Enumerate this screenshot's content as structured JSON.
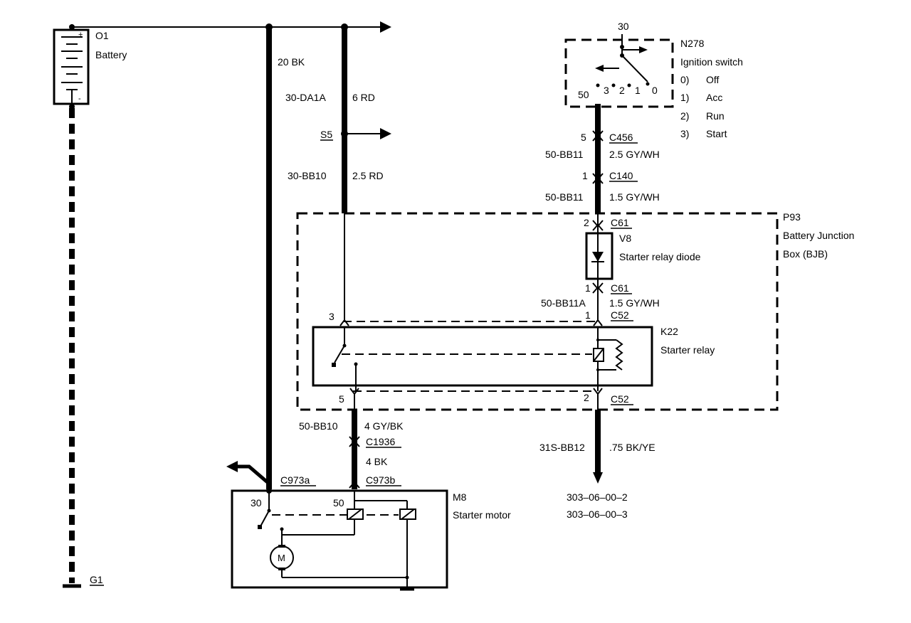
{
  "battery": {
    "id": "O1",
    "name": "Battery",
    "plus": "+",
    "minus": "-"
  },
  "ground": {
    "id": "G1"
  },
  "wires": {
    "main_ground": "20 BK",
    "circuit_da1a": "30-DA1A",
    "da1a_color": "6 RD",
    "splice": "S5",
    "circuit_bb10": "30-BB10",
    "bb10_color": "2.5 RD",
    "circuit_bb11_top": "50-BB11",
    "bb11_top_color": "2.5 GY/WH",
    "circuit_bb11_mid": "50-BB11",
    "bb11_mid_color": "1.5 GY/WH",
    "circuit_bb11a": "50-BB11A",
    "bb11a_color": "1.5 GY/WH",
    "circuit_50bb10": "50-BB10",
    "bb10_out_color": "4 GY/BK",
    "starter_feed_color": "4 BK",
    "circuit_31s": "31S-BB12",
    "bb12_color": ".75 BK/YE"
  },
  "ignition": {
    "id": "N278",
    "name": "Ignition switch",
    "term_30": "30",
    "term_50": "50",
    "pos_3": "3",
    "pos_2": "2",
    "pos_1": "1",
    "pos_0": "0",
    "positions": [
      {
        "num": "0)",
        "label": "Off"
      },
      {
        "num": "1)",
        "label": "Acc"
      },
      {
        "num": "2)",
        "label": "Run"
      },
      {
        "num": "3)",
        "label": "Start"
      }
    ]
  },
  "connectors": {
    "c456": "C456",
    "c456_pin": "5",
    "c140": "C140",
    "c140_pin": "1",
    "c61_top": "C61",
    "c61_top_pin": "2",
    "c61_bot": "C61",
    "c61_bot_pin": "1",
    "c52_top": "C52",
    "c52_top_pin": "1",
    "c52_bot": "C52",
    "c52_bot_pin": "2",
    "relay_pin3": "3",
    "relay_pin5": "5",
    "c1936": "C1936",
    "c973a": "C973a",
    "c973b": "C973b"
  },
  "bjb": {
    "id": "P93",
    "name_line1": "Battery Junction",
    "name_line2": "Box (BJB)"
  },
  "diode": {
    "id": "V8",
    "name": "Starter relay diode"
  },
  "relay": {
    "id": "K22",
    "name": "Starter relay"
  },
  "starter": {
    "id": "M8",
    "name": "Starter motor",
    "term_30": "30",
    "term_50": "50",
    "motor": "M"
  },
  "references": [
    "303–06–00–2",
    "303–06–00–3"
  ]
}
